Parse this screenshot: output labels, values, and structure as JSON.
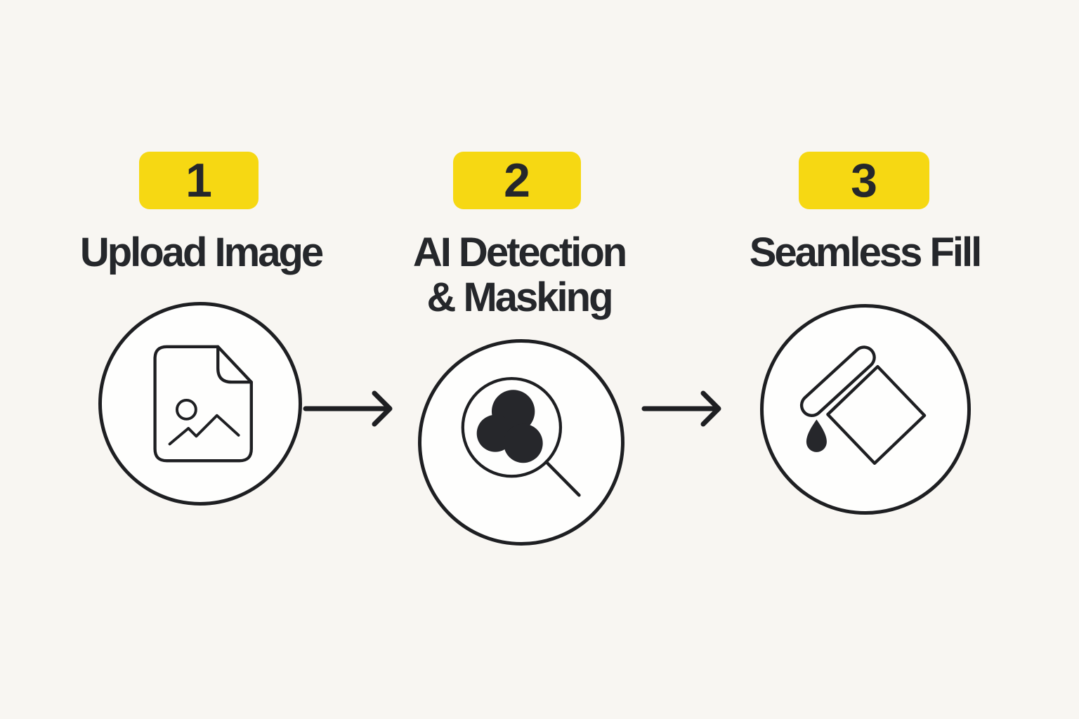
{
  "page": {
    "background_color": "#F8F6F2",
    "accent_yellow": "#F6D813",
    "ink_color": "#25272B",
    "circle_fill": "#FEFEFD"
  },
  "steps": [
    {
      "number": "1",
      "title_line1": "Upload Image",
      "title_line2": "",
      "icon": "image-file-icon"
    },
    {
      "number": "2",
      "title_line1": "AI Detection",
      "title_line2": "& Masking",
      "icon": "magnifier-mask-icon"
    },
    {
      "number": "3",
      "title_line1": "Seamless Fill",
      "title_line2": "",
      "icon": "paint-bucket-icon"
    }
  ]
}
